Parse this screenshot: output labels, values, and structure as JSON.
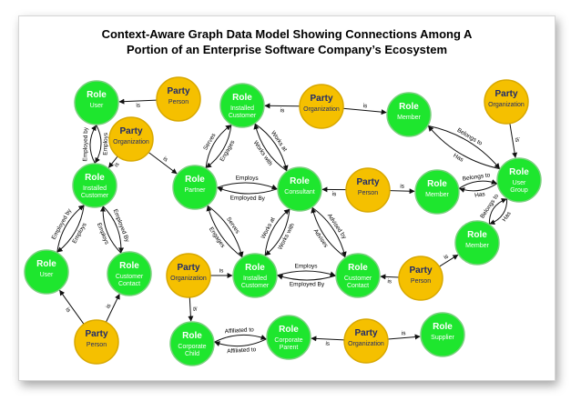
{
  "title": {
    "line1": "Context-Aware Graph Data Model Showing Connections Among A",
    "line2": "Portion of an Enterprise Software Company’s Ecosystem"
  },
  "colors": {
    "role": "#1ee62e",
    "role_stroke": "#7bd07f",
    "party": "#f5c000",
    "party_stroke": "#d8a800",
    "edge": "#111111"
  },
  "nodes": [
    {
      "id": "user_top",
      "type": "Role",
      "sub": "User",
      "kind": "role"
    },
    {
      "id": "person_top",
      "type": "Party",
      "sub": "Person",
      "kind": "party"
    },
    {
      "id": "inst_cust_top",
      "type": "Role",
      "sub": "Installed\nCustomer",
      "kind": "role"
    },
    {
      "id": "org_top",
      "type": "Party",
      "sub": "Organization",
      "kind": "party"
    },
    {
      "id": "member_top",
      "type": "Role",
      "sub": "Member",
      "kind": "role"
    },
    {
      "id": "org_topright",
      "type": "Party",
      "sub": "Organization",
      "kind": "party"
    },
    {
      "id": "org_left",
      "type": "Party",
      "sub": "Organization",
      "kind": "party"
    },
    {
      "id": "user_group",
      "type": "Role",
      "sub": "User\nGroup",
      "kind": "role"
    },
    {
      "id": "inst_cust_left",
      "type": "Role",
      "sub": "Installed\nCustomer",
      "kind": "role"
    },
    {
      "id": "partner",
      "type": "Role",
      "sub": "Partner",
      "kind": "role"
    },
    {
      "id": "consultant",
      "type": "Role",
      "sub": "Consultant",
      "kind": "role"
    },
    {
      "id": "person_mid",
      "type": "Party",
      "sub": "Person",
      "kind": "party"
    },
    {
      "id": "member_mid",
      "type": "Role",
      "sub": "Member",
      "kind": "role"
    },
    {
      "id": "member_right",
      "type": "Role",
      "sub": "Member",
      "kind": "role"
    },
    {
      "id": "user_left",
      "type": "Role",
      "sub": "User",
      "kind": "role"
    },
    {
      "id": "cust_contact_left",
      "type": "Role",
      "sub": "Customer\nContact",
      "kind": "role"
    },
    {
      "id": "org_mid",
      "type": "Party",
      "sub": "Organization",
      "kind": "party"
    },
    {
      "id": "inst_cust_mid",
      "type": "Role",
      "sub": "Installed\nCustomer",
      "kind": "role"
    },
    {
      "id": "cust_contact_mid",
      "type": "Role",
      "sub": "Customer\nContact",
      "kind": "role"
    },
    {
      "id": "person_right",
      "type": "Party",
      "sub": "Person",
      "kind": "party"
    },
    {
      "id": "person_bottom",
      "type": "Party",
      "sub": "Person",
      "kind": "party"
    },
    {
      "id": "corp_child",
      "type": "Role",
      "sub": "Corporate\nChild",
      "kind": "role"
    },
    {
      "id": "corp_parent",
      "type": "Role",
      "sub": "Corporate\nParent",
      "kind": "role"
    },
    {
      "id": "org_bottom",
      "type": "Party",
      "sub": "Organization",
      "kind": "party"
    },
    {
      "id": "supplier",
      "type": "Role",
      "sub": "Supplier",
      "kind": "role"
    }
  ],
  "edges": [
    {
      "from": "person_top",
      "to": "user_top",
      "label": "is"
    },
    {
      "from": "inst_cust_left",
      "to": "user_top",
      "label": "Employed by",
      "bend": -12
    },
    {
      "from": "user_top",
      "to": "inst_cust_left",
      "label": "Employs",
      "bend": -12
    },
    {
      "from": "org_left",
      "to": "inst_cust_left",
      "label": "is"
    },
    {
      "from": "org_left",
      "to": "partner",
      "label": "is"
    },
    {
      "from": "org_top",
      "to": "inst_cust_top",
      "label": "is"
    },
    {
      "from": "org_top",
      "to": "member_top",
      "label": "is"
    },
    {
      "from": "inst_cust_top",
      "to": "partner",
      "label": "Engages",
      "bend": -12
    },
    {
      "from": "partner",
      "to": "inst_cust_top",
      "label": "Serves",
      "bend": -12
    },
    {
      "from": "inst_cust_top",
      "to": "consultant",
      "label": "Works at",
      "bend": -12
    },
    {
      "from": "consultant",
      "to": "inst_cust_top",
      "label": "Works with",
      "bend": -12
    },
    {
      "from": "member_top",
      "to": "user_group",
      "label": "Belongs to",
      "bend": -16
    },
    {
      "from": "user_group",
      "to": "member_top",
      "label": "Has",
      "bend": -16
    },
    {
      "from": "org_topright",
      "to": "user_group",
      "label": "is"
    },
    {
      "from": "consultant",
      "to": "partner",
      "label": "Employed By",
      "bend": -12
    },
    {
      "from": "partner",
      "to": "consultant",
      "label": "Employs",
      "bend": -12
    },
    {
      "from": "person_mid",
      "to": "consultant",
      "label": "is"
    },
    {
      "from": "person_mid",
      "to": "member_mid",
      "label": "is"
    },
    {
      "from": "member_mid",
      "to": "user_group",
      "label": "Belongs to",
      "bend": -10
    },
    {
      "from": "user_group",
      "to": "member_mid",
      "label": "Has",
      "bend": -10
    },
    {
      "from": "member_right",
      "to": "user_group",
      "label": "Belongs to",
      "bend": -12
    },
    {
      "from": "user_group",
      "to": "member_right",
      "label": "Has",
      "bend": -12
    },
    {
      "from": "inst_cust_left",
      "to": "user_left",
      "label": "Employs",
      "bend": -12
    },
    {
      "from": "user_left",
      "to": "inst_cust_left",
      "label": "Employed by",
      "bend": -12
    },
    {
      "from": "inst_cust_left",
      "to": "cust_contact_left",
      "label": "Employed By",
      "bend": -12
    },
    {
      "from": "cust_contact_left",
      "to": "inst_cust_left",
      "label": "Employs",
      "bend": -12
    },
    {
      "from": "partner",
      "to": "inst_cust_mid",
      "label": "Serves",
      "bend": -12
    },
    {
      "from": "inst_cust_mid",
      "to": "partner",
      "label": "Engages",
      "bend": -12
    },
    {
      "from": "consultant",
      "to": "inst_cust_mid",
      "label": "Works with",
      "bend": -12
    },
    {
      "from": "inst_cust_mid",
      "to": "consultant",
      "label": "Works at",
      "bend": -12
    },
    {
      "from": "consultant",
      "to": "cust_contact_mid",
      "label": "Advised by",
      "bend": -12
    },
    {
      "from": "cust_contact_mid",
      "to": "consultant",
      "label": "Advises",
      "bend": -12
    },
    {
      "from": "cust_contact_mid",
      "to": "inst_cust_mid",
      "label": "Employed By",
      "bend": -10
    },
    {
      "from": "inst_cust_mid",
      "to": "cust_contact_mid",
      "label": "Employs",
      "bend": -10
    },
    {
      "from": "org_mid",
      "to": "inst_cust_mid",
      "label": "is"
    },
    {
      "from": "org_mid",
      "to": "corp_child",
      "label": "is"
    },
    {
      "from": "person_right",
      "to": "cust_contact_mid",
      "label": "is"
    },
    {
      "from": "person_right",
      "to": "member_right",
      "label": "is"
    },
    {
      "from": "person_bottom",
      "to": "user_left",
      "label": "is"
    },
    {
      "from": "person_bottom",
      "to": "cust_contact_left",
      "label": "is"
    },
    {
      "from": "corp_child",
      "to": "corp_parent",
      "label": "Affiliated to",
      "bend": -12
    },
    {
      "from": "corp_parent",
      "to": "corp_child",
      "label": "Affiliated to",
      "bend": -12
    },
    {
      "from": "org_bottom",
      "to": "corp_parent",
      "label": "is"
    },
    {
      "from": "org_bottom",
      "to": "supplier",
      "label": "is"
    }
  ]
}
